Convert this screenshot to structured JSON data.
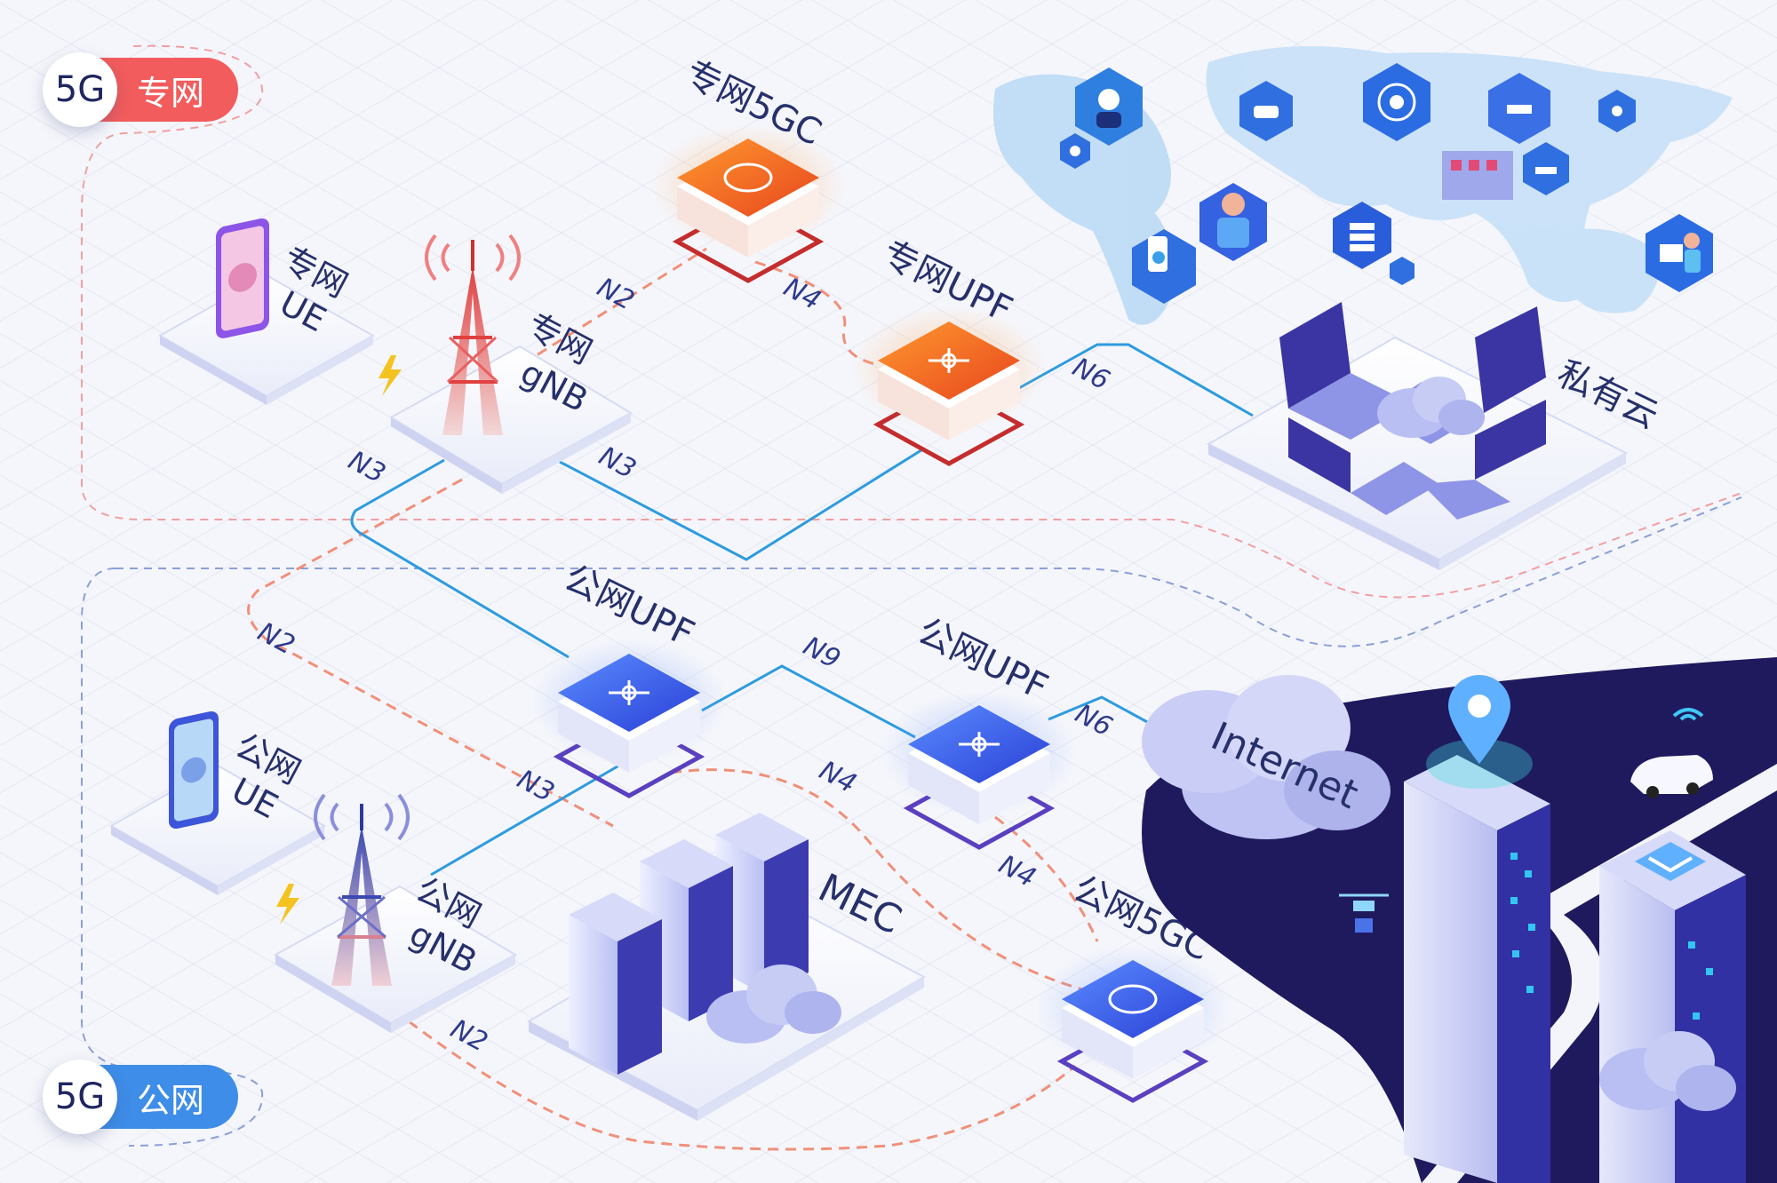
{
  "badges": {
    "private": {
      "prefix": "5G",
      "label": "专网",
      "color": "#f25c5c"
    },
    "public": {
      "prefix": "5G",
      "label": "公网",
      "color": "#3e8de8"
    }
  },
  "nodes": {
    "private_ue": {
      "line1": "专网",
      "line2": "UE"
    },
    "private_gnb": {
      "line1": "专网",
      "line2": "gNB"
    },
    "private_5gc": {
      "label": "专网5GC"
    },
    "private_upf": {
      "label": "专网UPF"
    },
    "private_cloud": {
      "label": "私有云"
    },
    "public_upf_1": {
      "label": "公网UPF"
    },
    "public_upf_2": {
      "label": "公网UPF"
    },
    "public_ue": {
      "line1": "公网",
      "line2": "UE"
    },
    "public_gnb": {
      "line1": "公网",
      "line2": "gNB"
    },
    "mec": {
      "label": "MEC"
    },
    "public_5gc": {
      "label": "公网5GC"
    },
    "internet": {
      "label": "Internet"
    }
  },
  "links": {
    "n2_private": "N2",
    "n4_private": "N4",
    "n6_private": "N6",
    "n3_private_a": "N3",
    "n3_private_b": "N3",
    "n2_public_a": "N2",
    "n9": "N9",
    "n6_public": "N6",
    "n3_public": "N3",
    "n4_public_a": "N4",
    "n4_public_b": "N4",
    "n2_public_b": "N2"
  },
  "colors": {
    "control_plane": "#f0907a",
    "user_plane": "#2d9be0",
    "private_core": "#f06b1f",
    "public_core": "#3559e0",
    "city_background": "#1f1a5e"
  }
}
